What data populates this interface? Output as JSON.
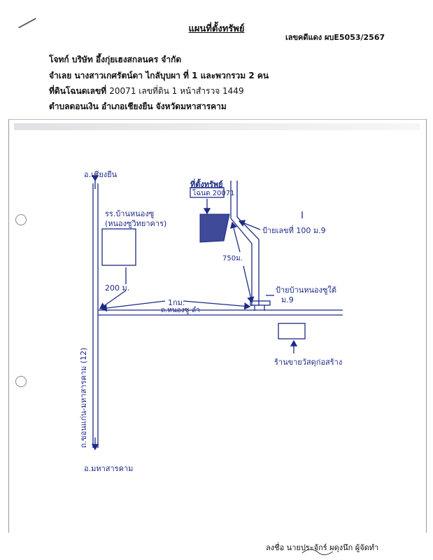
{
  "header": {
    "title": "แผนที่ตั้งทรัพย์",
    "case_number": "เลขคดีแดง ผบE5053/2567",
    "plaintiff_label": "โจทก์",
    "plaintiff": "บริษัท อึ้งกุ่ยเฮงสกลนคร จำกัด",
    "defendant_label": "จำเลย",
    "defendant": "นางสาวเกศรัตน์ดา ไกลับุบผา ที่ 1 และพวกรวม 2 คน",
    "land_label": "ที่ดินโฉนดเลขที่",
    "land": "20071 เลขที่ดิน 1  หน้าสำรวจ 1449",
    "location": "ตำบลดอนเงิน  อำเภอเชียงยืน  จังหวัดมหาสารคาม"
  },
  "map": {
    "north_town": "อ.เชียงยืน",
    "south_town": "อ.มหาสารคาม",
    "main_road": "ถ.ขอนแก่น-มหาสารคาม (12)",
    "side_road": "ถ.หนองซู-ลำ",
    "school_line1": "รร.บ้านหนองซู",
    "school_line2": "(หนองซูวิทยาคาร)",
    "dist_200": "200 ม.",
    "dist_1km": "1กม.",
    "dist_750": "750ม.",
    "property_line1": "ที่ตั้งทรัพย์",
    "property_line2": "โฉนด 20071",
    "sign_100": "ป้ายเลขที่ 100 ม.9",
    "village_sign_line1": "ป้ายบ้านหนองซูใต้",
    "village_sign_line2": "ม.9",
    "shop": "ร้านขายวัสดุก่อสร้าง"
  },
  "footer": {
    "signature": "ลงชื่อ นายประจักร์ ผดุงนึก ผู้จัดทำ"
  }
}
